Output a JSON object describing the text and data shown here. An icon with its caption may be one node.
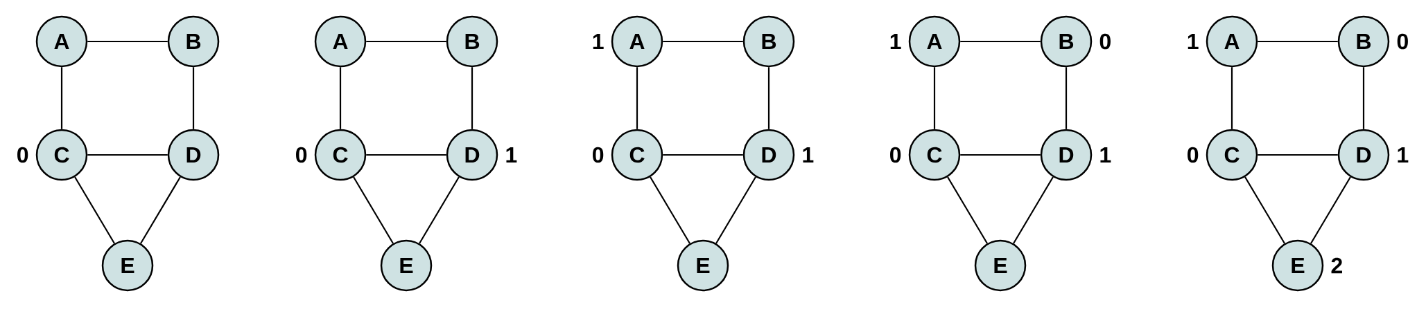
{
  "diagram": {
    "nodes": [
      {
        "text": [
          "A"
        ]
      },
      {
        "text": [
          "B"
        ]
      },
      {
        "text": [
          "C"
        ],
        "beside": [
          "0"
        ]
      },
      {
        "text": [
          "D"
        ]
      },
      {
        "text": [
          "E"
        ]
      },
      {
        "text": [
          "A"
        ]
      },
      {
        "text": [
          "B"
        ]
      },
      {
        "text": [
          "C"
        ],
        "beside": [
          "0"
        ]
      },
      {
        "text": [
          "D"
        ],
        "beside": [
          "1"
        ]
      },
      {
        "text": [
          "E"
        ]
      },
      {
        "text": [
          "A"
        ],
        "beside": [
          "1"
        ]
      },
      {
        "text": [
          "B"
        ]
      },
      {
        "text": [
          "C"
        ],
        "beside": [
          "0"
        ]
      },
      {
        "text": [
          "D"
        ],
        "beside": [
          "1"
        ]
      },
      {
        "text": [
          "E"
        ]
      },
      {
        "text": [
          "A"
        ],
        "beside": [
          "1"
        ]
      },
      {
        "text": [
          "B"
        ],
        "beside": [
          "0"
        ]
      },
      {
        "text": [
          "C"
        ],
        "beside": [
          "0"
        ]
      },
      {
        "text": [
          "D"
        ],
        "beside": [
          "1"
        ]
      },
      {
        "text": [
          "E"
        ]
      },
      {
        "text": [
          "A"
        ],
        "beside": [
          "1"
        ]
      },
      {
        "text": [
          "B"
        ],
        "beside": [
          "0"
        ]
      },
      {
        "text": [
          "C"
        ],
        "beside": [
          "0"
        ]
      },
      {
        "text": [
          "D"
        ],
        "beside": [
          "1"
        ]
      },
      {
        "text": [
          "E"
        ],
        "beside": [
          "2"
        ]
      }
    ],
    "edges": [
      {
        "from": 0,
        "to": 1,
        "arrow": "none"
      },
      {
        "from": 0,
        "to": 2,
        "arrow": "none"
      },
      {
        "from": 1,
        "to": 3,
        "arrow": "none"
      },
      {
        "from": 2,
        "to": 3,
        "arrow": "none"
      },
      {
        "from": 2,
        "to": 4,
        "arrow": "none"
      },
      {
        "from": 3,
        "to": 4,
        "arrow": "none"
      },
      {
        "from": 5,
        "to": 6,
        "arrow": "none"
      },
      {
        "from": 5,
        "to": 7,
        "arrow": "none"
      },
      {
        "from": 6,
        "to": 8,
        "arrow": "none"
      },
      {
        "from": 7,
        "to": 8,
        "arrow": "none"
      },
      {
        "from": 7,
        "to": 9,
        "arrow": "none"
      },
      {
        "from": 8,
        "to": 9,
        "arrow": "none"
      },
      {
        "from": 10,
        "to": 11,
        "arrow": "none"
      },
      {
        "from": 10,
        "to": 12,
        "arrow": "none"
      },
      {
        "from": 11,
        "to": 13,
        "arrow": "none"
      },
      {
        "from": 12,
        "to": 13,
        "arrow": "none"
      },
      {
        "from": 12,
        "to": 14,
        "arrow": "none"
      },
      {
        "from": 13,
        "to": 14,
        "arrow": "none"
      },
      {
        "from": 15,
        "to": 16,
        "arrow": "none"
      },
      {
        "from": 15,
        "to": 17,
        "arrow": "none"
      },
      {
        "from": 16,
        "to": 18,
        "arrow": "none"
      },
      {
        "from": 17,
        "to": 18,
        "arrow": "none"
      },
      {
        "from": 17,
        "to": 19,
        "arrow": "none"
      },
      {
        "from": 18,
        "to": 19,
        "arrow": "none"
      },
      {
        "from": 20,
        "to": 21,
        "arrow": "none"
      },
      {
        "from": 20,
        "to": 22,
        "arrow": "none"
      },
      {
        "from": 21,
        "to": 23,
        "arrow": "none"
      },
      {
        "from": 22,
        "to": 23,
        "arrow": "none"
      },
      {
        "from": 22,
        "to": 24,
        "arrow": "none"
      },
      {
        "from": 23,
        "to": 24,
        "arrow": "none"
      }
    ]
  }
}
